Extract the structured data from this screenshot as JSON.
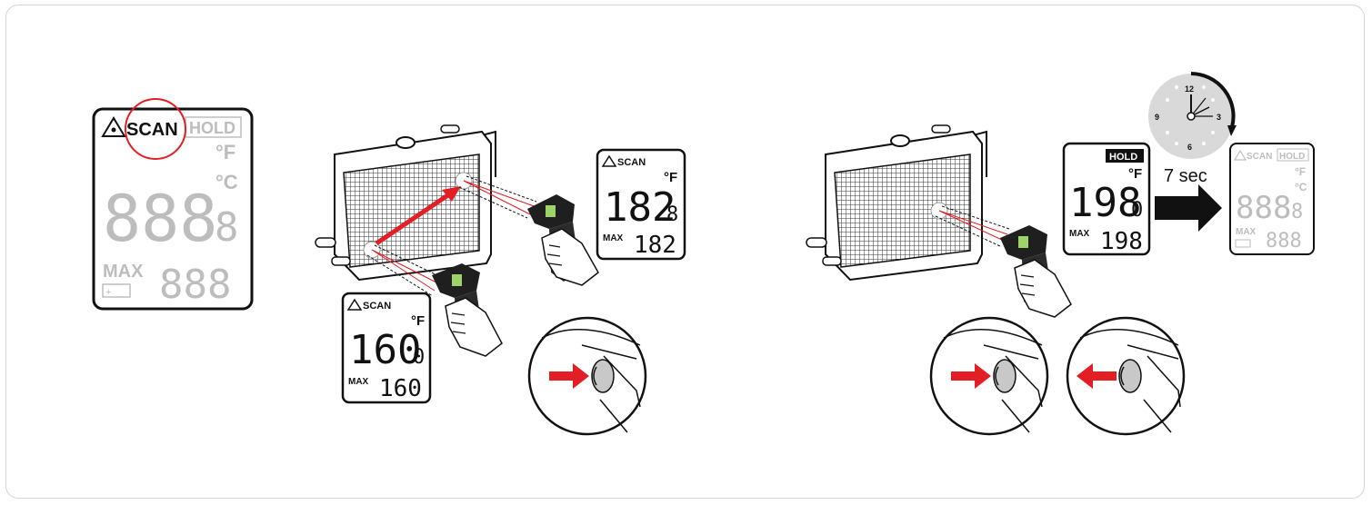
{
  "colors": {
    "accent_red": "#e31e24",
    "lcd_ghost": "#bdbdbd",
    "ink": "#1a1a1a"
  },
  "lcd_big": {
    "scan": "SCAN",
    "hold": "HOLD",
    "deg_f": "°F",
    "deg_c": "°C",
    "digits": "888",
    "decimal": "8",
    "max": "MAX",
    "max_digits": "888"
  },
  "lcd_scan_1": {
    "scan": "SCAN",
    "unit": "°F",
    "value": "182",
    "decimal": "8",
    "max": "MAX",
    "max_value": "182"
  },
  "lcd_scan_2": {
    "scan": "SCAN",
    "unit": "°F",
    "value": "160",
    "decimal": "0",
    "max": "MAX",
    "max_value": "160"
  },
  "lcd_hold": {
    "hold": "HOLD",
    "unit": "°F",
    "value": "198",
    "decimal": "0",
    "max": "MAX",
    "max_value": "198"
  },
  "timer": {
    "label": "7 sec",
    "n12": "12",
    "n3": "3",
    "n6": "6",
    "n9": "9"
  },
  "lcd_small_off": {
    "scan": "SCAN",
    "hold": "HOLD",
    "deg_f": "°F",
    "deg_c": "°C",
    "digits": "888",
    "decimal": "8",
    "max": "MAX",
    "max_digits": "888"
  },
  "icons": [
    "radiator-icon",
    "thermometer-gun-icon",
    "hand-icon",
    "trigger-press-icon",
    "trigger-release-icon",
    "clock-icon",
    "arrow-right-icon",
    "laser-warning-icon",
    "battery-icon"
  ]
}
